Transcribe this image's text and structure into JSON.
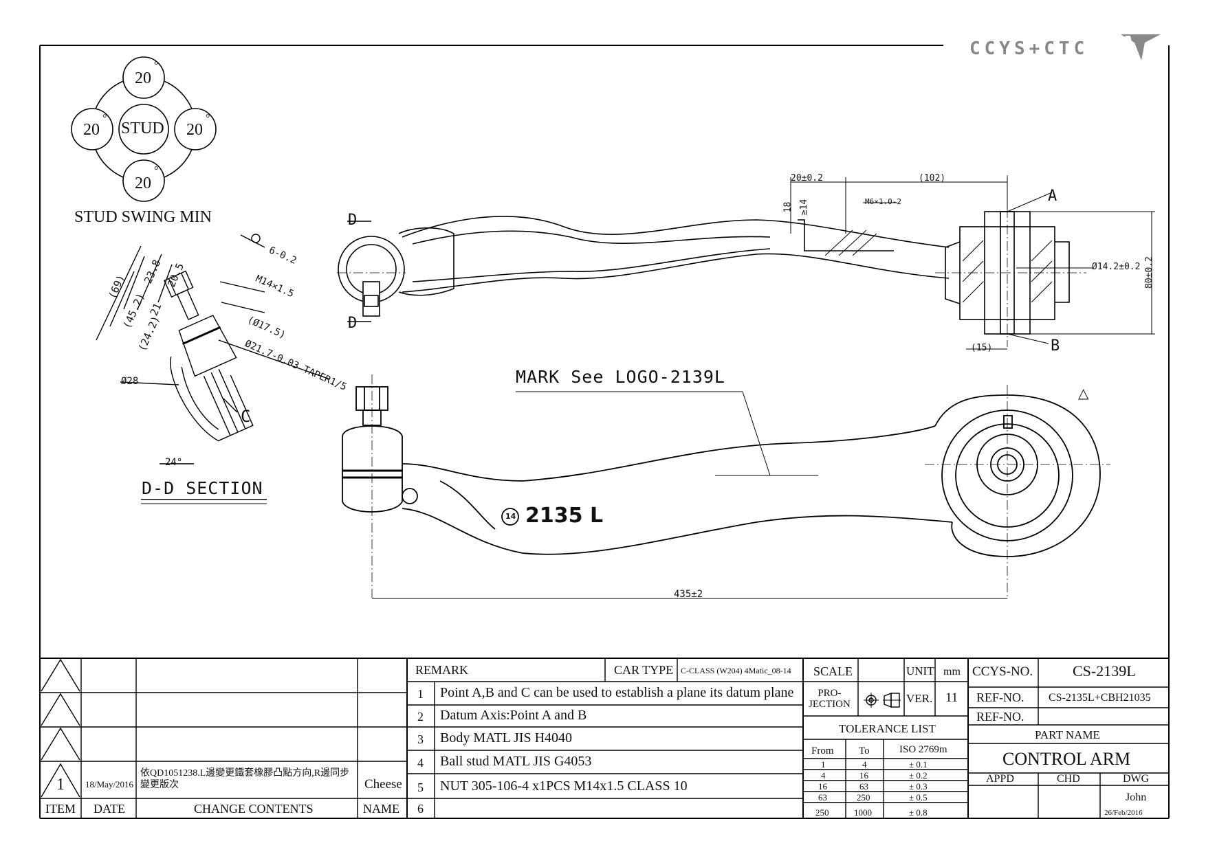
{
  "logo": {
    "text": "CCYS+CTC"
  },
  "stud_swing": {
    "title": "STUD SWING MIN",
    "center": "STUD",
    "top": "20",
    "left": "20",
    "right": "20",
    "bottom": "20",
    "deg": "°"
  },
  "section": {
    "title": "D-D SECTION",
    "dims": {
      "d69": "(69)",
      "d452": "(45.2)",
      "d242": "(24.2)",
      "d238": "23.8",
      "d205": "20.5",
      "d21": "21",
      "m14": "M14×1.5",
      "d175": "(Ø17.5)",
      "taper": "Ø21.7-0.03 TAPER1/5",
      "d28": "Ø28",
      "ang24": "24°",
      "six": "6-0.2",
      "pointC": "C"
    }
  },
  "top_view": {
    "labels": {
      "d_top": "D",
      "d_bottom": "D",
      "pointA": "A",
      "pointB": "B",
      "d20": "20±0.2",
      "d102": "(102)",
      "d18": "18",
      "d14": "≥14",
      "m6": "M6×1.0-2",
      "d142": "Ø14.2±0.2",
      "d80": "80±0.2",
      "d15": "(15)"
    }
  },
  "front_view": {
    "mark": "MARK See LOGO-2139L",
    "part_marking": "2135 L",
    "badge": "14",
    "length": "435±2",
    "delta": "△"
  },
  "revision_table": {
    "headers": {
      "item": "ITEM",
      "date": "DATE",
      "contents": "CHANGE CONTENTS",
      "name": "NAME"
    },
    "rows": [
      {
        "item": "1",
        "date": "18/May/2016",
        "contents": "依QD1051238.L邊變更鐵套橡膠凸點方向,R邊同步變更版次",
        "name": "Cheese"
      }
    ]
  },
  "remarks": {
    "header": "REMARK",
    "car_type_label": "CAR TYPE",
    "car_type": "C-CLASS (W204) 4Matic_08-14",
    "items": [
      {
        "no": "1",
        "text": "Point A,B and C can be used to establish a plane its datum plane"
      },
      {
        "no": "2",
        "text": "Datum Axis:Point A and B"
      },
      {
        "no": "3",
        "text": "Body MATL JIS H4040"
      },
      {
        "no": "4",
        "text": "Ball stud MATL JIS G4053"
      },
      {
        "no": "5",
        "text": "NUT 305-106-4 x1PCS M14x1.5 CLASS 10"
      },
      {
        "no": "6",
        "text": ""
      }
    ]
  },
  "info": {
    "scale_label": "SCALE",
    "unit_label": "UNIT",
    "unit": "mm",
    "projection_label": "PRO-\nJECTION",
    "ver_label": "VER.",
    "ver": "11",
    "tolerance_title": "TOLERANCE LIST",
    "tolerance_headers": [
      "From",
      "To",
      "ISO 2769m"
    ],
    "tolerance": [
      [
        "1",
        "4",
        "± 0.1"
      ],
      [
        "4",
        "16",
        "± 0.2"
      ],
      [
        "16",
        "63",
        "± 0.3"
      ],
      [
        "63",
        "250",
        "± 0.5"
      ],
      [
        "250",
        "1000",
        "± 0.8"
      ]
    ]
  },
  "title_block": {
    "ccys_label": "CCYS-NO.",
    "ccys_no": "CS-2139L",
    "ref_label": "REF-NO.",
    "ref_no": "CS-2135L+CBH21035",
    "ref_label2": "REF-NO.",
    "ref_no2": "",
    "part_name_label": "PART NAME",
    "part_name": "CONTROL ARM",
    "appd": "APPD",
    "chd": "CHD",
    "dwg": "DWG",
    "drawer": "John",
    "drawn_date": "26/Feb/2016"
  }
}
